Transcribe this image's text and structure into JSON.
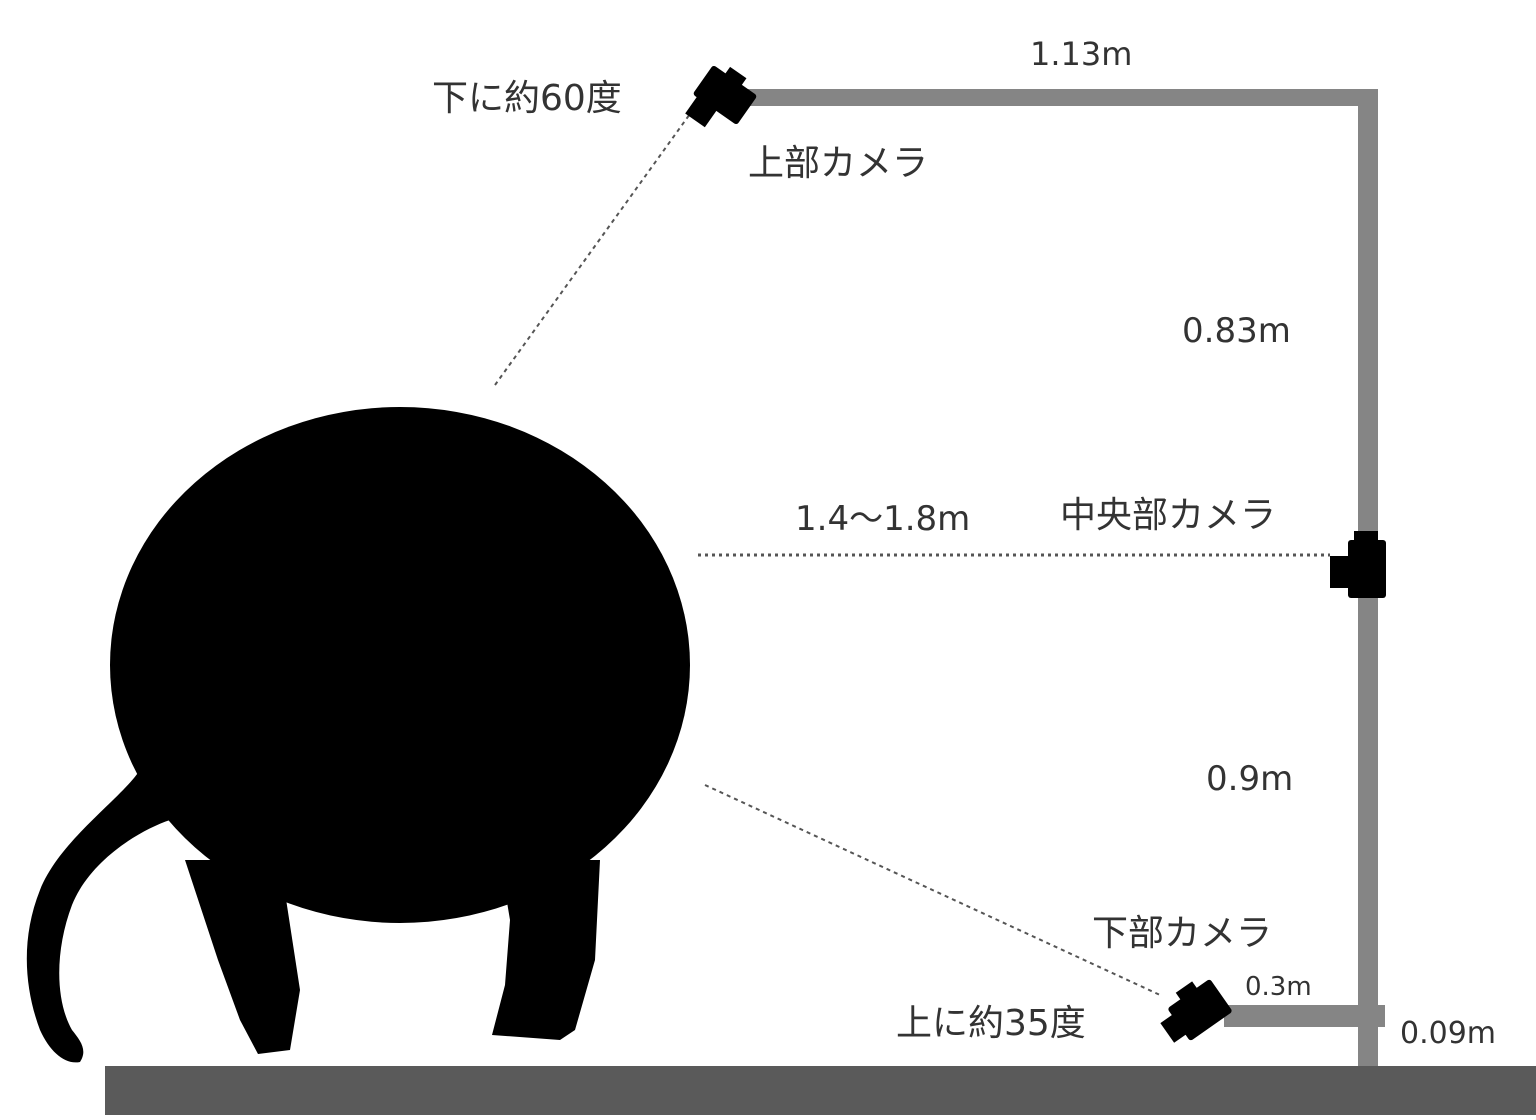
{
  "labels": {
    "top_angle": "下に約60度",
    "top_camera": "上部カメラ",
    "top_arm_length": "1.13m",
    "upper_height": "0.83m",
    "distance": "1.4〜1.8m",
    "middle_camera": "中央部カメラ",
    "lower_height": "0.9m",
    "bottom_camera": "下部カメラ",
    "bottom_arm_length": "0.3m",
    "bottom_angle": "上に約35度",
    "bottom_offset": "0.09m"
  },
  "colors": {
    "pole": "#858585",
    "floor": "#5a5a5a",
    "silhouette": "#000000",
    "dotted_line": "#555555",
    "text": "#333333"
  },
  "icons": {
    "camera": "camera-icon",
    "animal": "elephant-silhouette"
  }
}
